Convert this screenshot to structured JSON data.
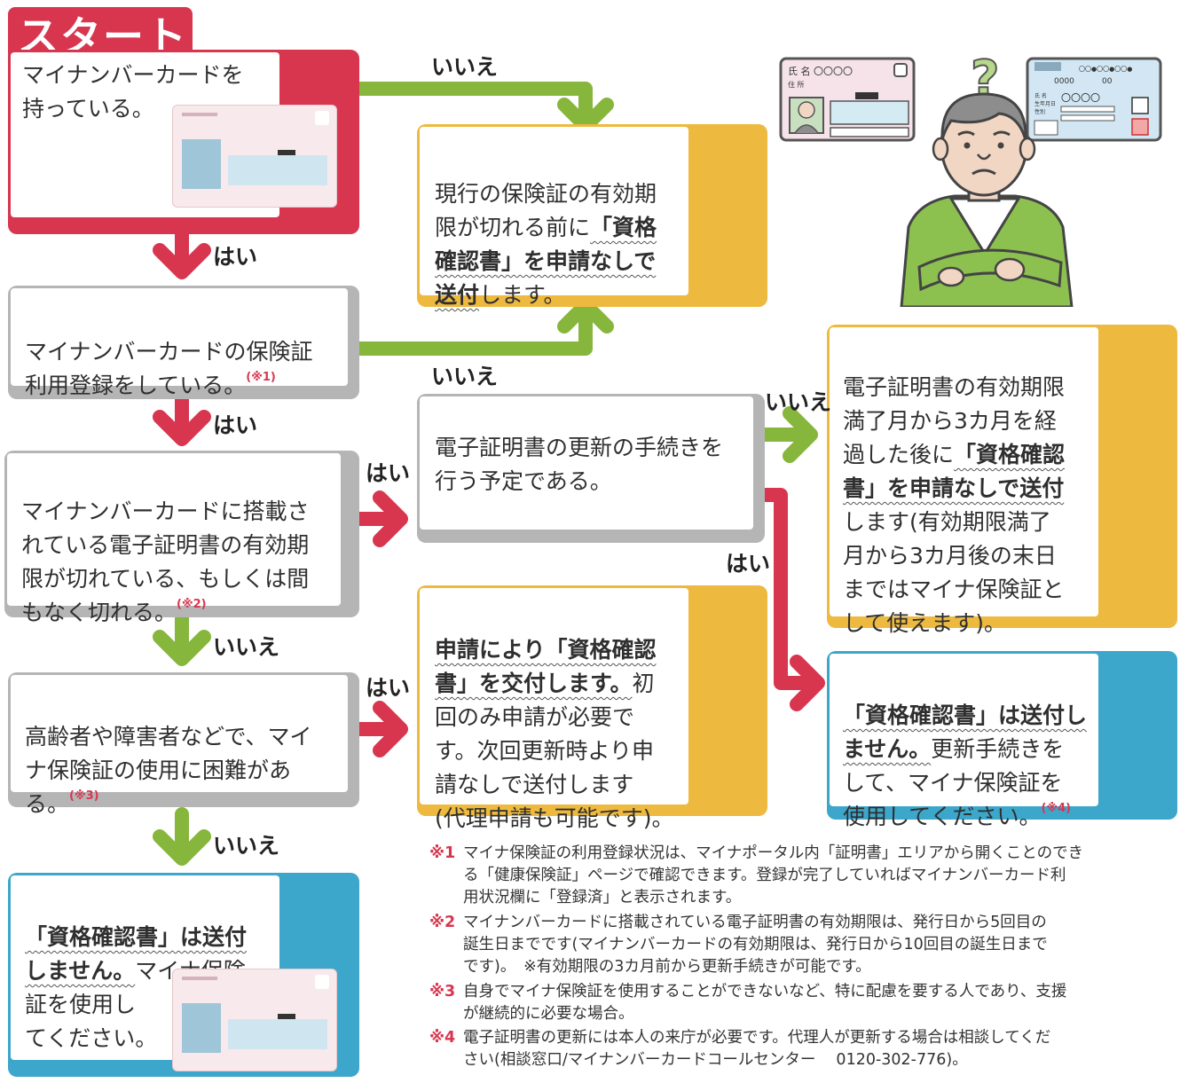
{
  "start": {
    "label": "スタート"
  },
  "colors": {
    "red": "#d8364f",
    "green": "#86b63b",
    "yellow": "#edb93f",
    "blue": "#3da6cb",
    "gray": "#b0b0b0"
  },
  "q1": {
    "text": "マイナンバーカードを\n持っている。"
  },
  "q2": {
    "text": "マイナンバーカードの保険証\n利用登録をしている。",
    "ref": "(※1)"
  },
  "q3": {
    "text": "マイナンバーカードに搭載さ\nれている電子証明書の有効期\n限が切れている、もしくは間\nもなく切れる。",
    "ref": "(※2)"
  },
  "q4": {
    "text": "高齢者や障害者などで、マイ\nナ保険証の使用に困難があ\nる。",
    "ref": "(※3)"
  },
  "q5": {
    "text": "電子証明書の更新の手続きを\n行う予定である。"
  },
  "r1": {
    "pre": "現行の保険証の有効期\n限が切れる前に",
    "bold": "「資格\n確認書」を申請なしで\n送付",
    "post": "します。"
  },
  "r2": {
    "bold": "「資格確認書」は送付\nしません。",
    "post": "マイナ保険\n証を使用し\nてください。"
  },
  "r3": {
    "bold": "申請により「資格確認\n書」を交付します。",
    "post": "初\n回のみ申請が必要で\nす。次回更新時より申\n請なしで送付します\n(代理申請も可能です)。"
  },
  "r4": {
    "pre": "電子証明書の有効期限\n満了月から3カ月を経\n過した後に",
    "bold": "「資格確認\n書」を申請なしで送付",
    "post": "\nします(有効期限満了\n月から3カ月後の末日\nまではマイナ保険証と\nして使えます)。"
  },
  "r5": {
    "bold": "「資格確認書」は送付し\nません。",
    "post": "更新手続きを\nして、マイナ保険証を\n使用してください。",
    "ref": "(※4)"
  },
  "labels": {
    "yes": "はい",
    "no": "いいえ"
  },
  "illustration": {
    "card_left_name": "氏 名 〇〇〇〇",
    "card_left_addr": "住 所",
    "card_right_top": "〇〇●〇〇●〇〇●",
    "card_right_num": "0000",
    "card_right_num2": "00",
    "card_right_name": "〇〇〇〇",
    "card_right_l1": "氏 名",
    "card_right_l2": "生年月日",
    "card_right_l3": "性別",
    "question_mark": "?"
  },
  "notes": [
    {
      "mark": "※1",
      "text": "マイナ保険証の利用登録状況は、マイナポータル内「証明書」エリアから開くことのでき\nる「健康保険証」ページで確認できます。登録が完了していればマイナンバーカード利\n用状況欄に「登録済」と表示されます。"
    },
    {
      "mark": "※2",
      "text": "マイナンバーカードに搭載されている電子証明書の有効期限は、発行日から5回目の\n誕生日までです(マイナンバーカードの有効期限は、発行日から10回目の誕生日まで\nです)。　※有効期限の3カ月前から更新手続きが可能です。"
    },
    {
      "mark": "※3",
      "text": "自身でマイナ保険証を使用することができないなど、特に配慮を要する人であり、支援\nが継続的に必要な場合。"
    },
    {
      "mark": "※4",
      "text": "電子証明書の更新には本人の来庁が必要です。代理人が更新する場合は相談してくだ\nさい(相談窓口/マイナンバーカードコールセンター　 0120-302-776)。"
    }
  ]
}
